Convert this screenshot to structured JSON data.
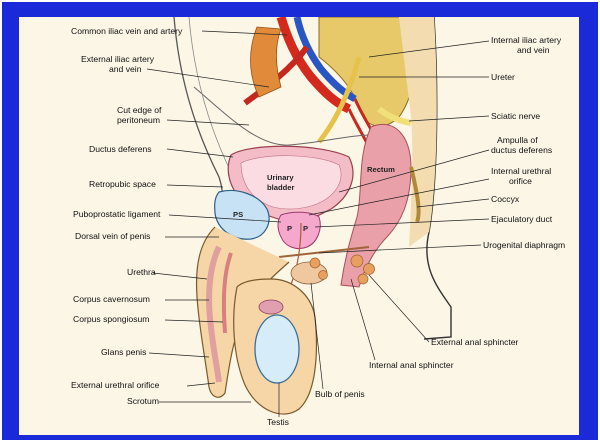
{
  "frame": {
    "border_color": "#1a2ad8",
    "plate_color": "#fbf6e6"
  },
  "labels": {
    "common_iliac": "Common iliac vein and artery",
    "internal_iliac_1": "Internal iliac artery",
    "internal_iliac_2": "and vein",
    "external_iliac_1": "External iliac artery",
    "external_iliac_2": "and vein",
    "ureter": "Ureter",
    "cut_edge_1": "Cut edge of",
    "cut_edge_2": "peritoneum",
    "sciatic_nerve": "Sciatic nerve",
    "ductus_deferens": "Ductus deferens",
    "ampulla_1": "Ampulla of",
    "ampulla_2": "ductus deferens",
    "retropubic_space": "Retropubic space",
    "internal_urethral_1": "Internal urethral",
    "internal_urethral_2": "orifice",
    "coccyx": "Coccyx",
    "puboprostatic_ligament": "Puboprostatic ligament",
    "ejaculatory_duct": "Ejaculatory duct",
    "dorsal_vein_penis": "Dorsal vein of penis",
    "urogenital_diaphragm": "Urogenital diaphragm",
    "urethra": "Urethra",
    "corpus_cavernosum": "Corpus cavernosum",
    "corpus_spongiosum": "Corpus spongiosum",
    "external_anal_sphincter": "External anal sphincter",
    "glans_penis": "Glans penis",
    "internal_anal_sphincter": "Internal anal sphincter",
    "external_urethral_orifice": "External urethral orifice",
    "bulb_of_penis": "Bulb of penis",
    "scrotum": "Scrotum",
    "testis": "Testis"
  },
  "organ_labels": {
    "bladder_1": "Urinary",
    "bladder_2": "bladder",
    "rectum": "Rectum",
    "pubic_symphysis": "PS",
    "prostate_p1": "P",
    "prostate_p2": "P"
  }
}
